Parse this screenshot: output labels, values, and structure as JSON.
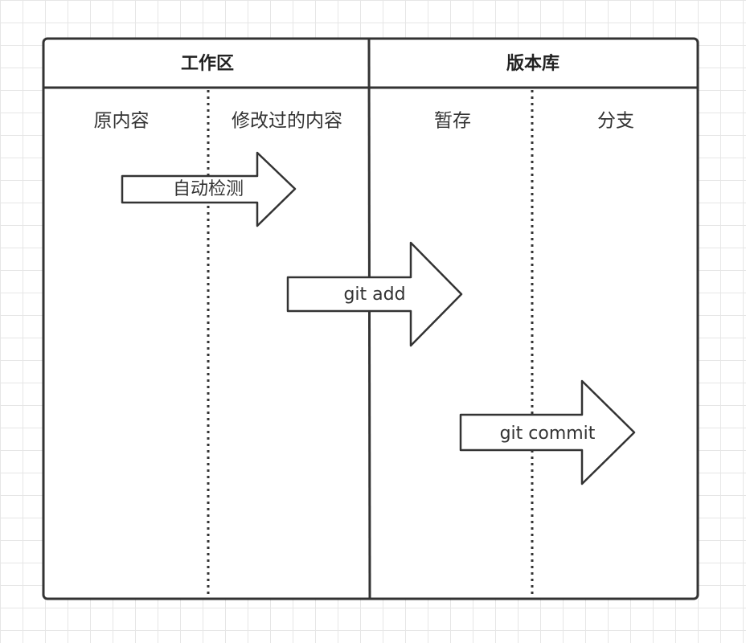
{
  "headers": {
    "workspace": "工作区",
    "repository": "版本库"
  },
  "columns": {
    "original": "原内容",
    "modified": "修改过的内容",
    "stage": "暂存",
    "branch": "分支"
  },
  "arrows": {
    "auto_detect": "自动检测",
    "git_add": "git add",
    "git_commit": "git commit"
  },
  "colors": {
    "stroke": "#333333",
    "grid": "#e6e6e6",
    "fill": "#ffffff"
  }
}
